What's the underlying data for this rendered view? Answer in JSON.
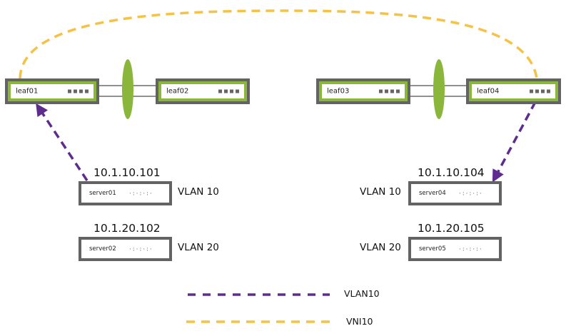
{
  "colors": {
    "vlan_line": "#5e2b8e",
    "vni_line": "#f6c244",
    "switch_border": "#636363",
    "switch_accent": "#8ab73b",
    "bond": "#8ab73b"
  },
  "leafs": [
    {
      "id": "leaf01",
      "label": "leaf01",
      "port_icon": "ports-icon"
    },
    {
      "id": "leaf02",
      "label": "leaf02",
      "port_icon": "ports-icon"
    },
    {
      "id": "leaf03",
      "label": "leaf03",
      "port_icon": "ports-icon"
    },
    {
      "id": "leaf04",
      "label": "leaf04",
      "port_icon": "ports-icon"
    }
  ],
  "servers": [
    {
      "id": "server01",
      "label": "server01",
      "ip": "10.1.10.101",
      "vlan": "VLAN 10",
      "dots": "·:·:·:·"
    },
    {
      "id": "server02",
      "label": "server02",
      "ip": "10.1.20.102",
      "vlan": "VLAN 20",
      "dots": "·:·:·:·"
    },
    {
      "id": "server04",
      "label": "server04",
      "ip": "10.1.10.104",
      "vlan": "VLAN 10",
      "dots": "·:·:·:·"
    },
    {
      "id": "server05",
      "label": "server05",
      "ip": "10.1.20.105",
      "vlan": "VLAN 20",
      "dots": "·:·:·:·"
    }
  ],
  "links": [
    {
      "from": "leaf01",
      "to": "leaf02",
      "type": "mlag-bond",
      "count": 2
    },
    {
      "from": "leaf03",
      "to": "leaf04",
      "type": "mlag-bond",
      "count": 2
    },
    {
      "from": "server01",
      "to": "leaf01",
      "type": "VLAN10",
      "style": "dashed-arrow"
    },
    {
      "from": "leaf04",
      "to": "server04",
      "type": "VLAN10",
      "style": "dashed-arrow"
    },
    {
      "from": "leaf01",
      "to": "leaf04",
      "type": "VNI10",
      "style": "dashed-arc"
    }
  ],
  "legend": [
    {
      "label": "VLAN10",
      "color": "#5e2b8e"
    },
    {
      "label": "VNI10",
      "color": "#f6c244"
    }
  ]
}
